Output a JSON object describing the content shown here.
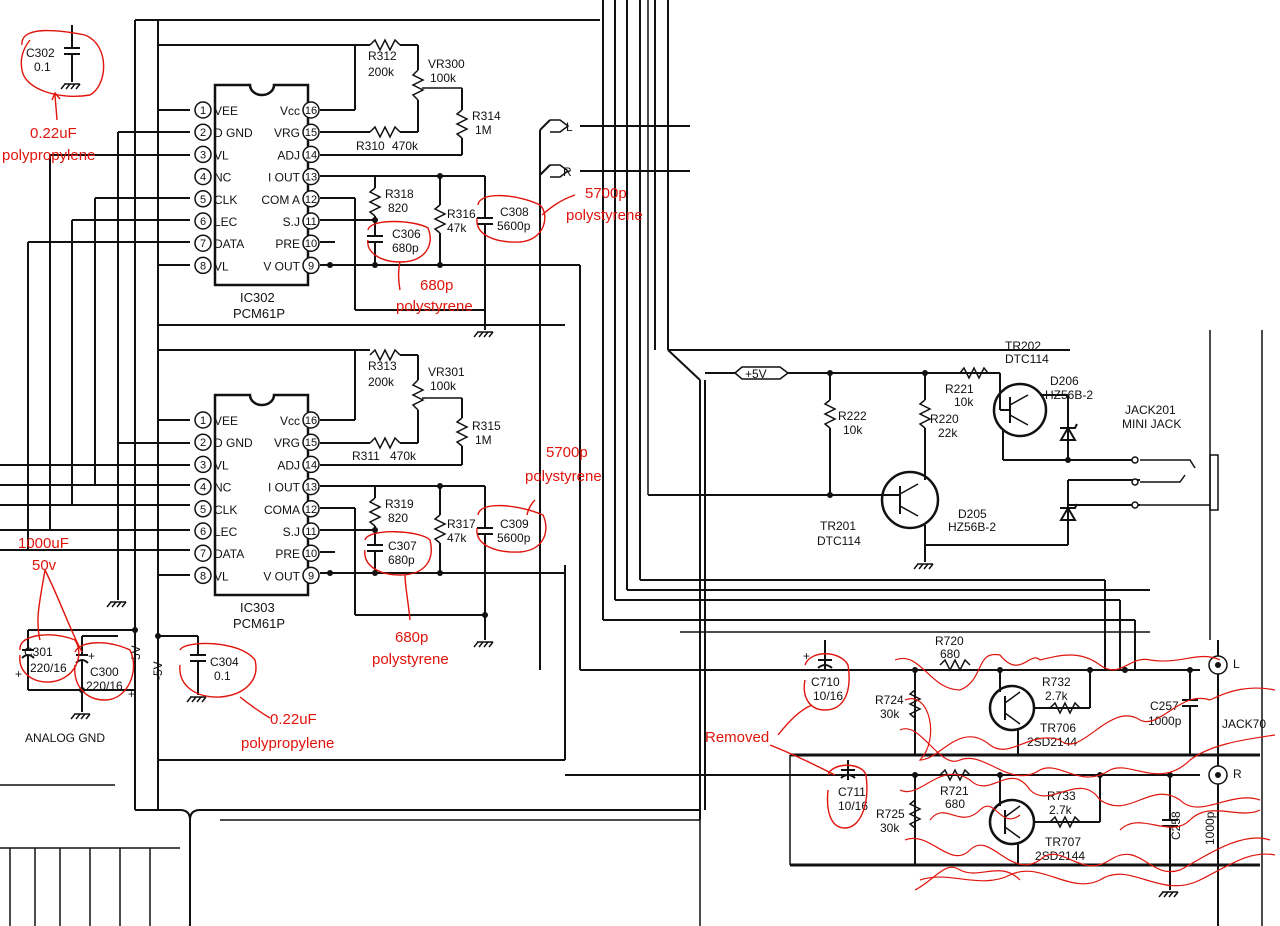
{
  "ic302": {
    "designator": "IC302",
    "part": "PCM61P"
  },
  "ic303": {
    "designator": "IC303",
    "part": "PCM61P"
  },
  "ic_pins_left": [
    {
      "n": "1",
      "name": "VEE"
    },
    {
      "n": "2",
      "name": "D GND"
    },
    {
      "n": "3",
      "name": "VL"
    },
    {
      "n": "4",
      "name": "NC"
    },
    {
      "n": "5",
      "name": "CLK"
    },
    {
      "n": "6",
      "name": "LEC"
    },
    {
      "n": "7",
      "name": "DATA"
    },
    {
      "n": "8",
      "name": "VL"
    }
  ],
  "ic_pins_right": [
    {
      "n": "16",
      "name": "Vcc"
    },
    {
      "n": "15",
      "name": "VRG"
    },
    {
      "n": "14",
      "name": "ADJ"
    },
    {
      "n": "13",
      "name": "I OUT"
    },
    {
      "n": "12",
      "name": "COM A"
    },
    {
      "n": "11",
      "name": "S.J"
    },
    {
      "n": "10",
      "name": "PRE"
    },
    {
      "n": "9",
      "name": "V OUT"
    }
  ],
  "ic303_pin12_name": "COMA",
  "components": {
    "c302": {
      "ref": "C302",
      "val": "0.1"
    },
    "r312": {
      "ref": "R312",
      "val": "200k"
    },
    "vr300": {
      "ref": "VR300",
      "val": "100k"
    },
    "r314": {
      "ref": "R314",
      "val": "1M"
    },
    "r310": {
      "ref": "R310",
      "val": "470k"
    },
    "r318": {
      "ref": "R318",
      "val": "820"
    },
    "r316": {
      "ref": "R316",
      "val": "47k"
    },
    "c308": {
      "ref": "C308",
      "val": "5600p"
    },
    "c306": {
      "ref": "C306",
      "val": "680p"
    },
    "r313": {
      "ref": "R313",
      "val": "200k"
    },
    "vr301": {
      "ref": "VR301",
      "val": "100k"
    },
    "r315": {
      "ref": "R315",
      "val": "1M"
    },
    "r311": {
      "ref": "R311",
      "val": "470k"
    },
    "r319": {
      "ref": "R319",
      "val": "820"
    },
    "r317": {
      "ref": "R317",
      "val": "47k"
    },
    "c309": {
      "ref": "C309",
      "val": "5600p"
    },
    "c307": {
      "ref": "C307",
      "val": "680p"
    },
    "c301": {
      "ref": "C301",
      "val": "220/16"
    },
    "c300": {
      "ref": "C300",
      "val": "220/16"
    },
    "c304": {
      "ref": "C304",
      "val": "0.1"
    },
    "tr202": {
      "ref": "TR202",
      "val": "DTC114"
    },
    "r221": {
      "ref": "R221",
      "val": "10k"
    },
    "r222": {
      "ref": "R222",
      "val": "10k"
    },
    "r220": {
      "ref": "R220",
      "val": "22k"
    },
    "d206": {
      "ref": "D206",
      "val": "HZ56B-2"
    },
    "d205": {
      "ref": "D205",
      "val": "HZ56B-2"
    },
    "tr201": {
      "ref": "TR201",
      "val": "DTC114"
    },
    "jack201": {
      "ref": "JACK201",
      "val": "MINI JACK"
    },
    "r720": {
      "ref": "R720",
      "val": "680"
    },
    "c710": {
      "ref": "C710",
      "val": "10/16"
    },
    "r724": {
      "ref": "R724",
      "val": "30k"
    },
    "r732": {
      "ref": "R732",
      "val": "2.7k"
    },
    "tr706": {
      "ref": "TR706",
      "val": "2SD2144"
    },
    "c257": {
      "ref": "C257",
      "val": "1000p"
    },
    "jack70": {
      "ref": "JACK70"
    },
    "c711": {
      "ref": "C711",
      "val": "10/16"
    },
    "r721": {
      "ref": "R721",
      "val": "680"
    },
    "r725": {
      "ref": "R725",
      "val": "30k"
    },
    "r733": {
      "ref": "R733",
      "val": "2.7k"
    },
    "tr707": {
      "ref": "TR707",
      "val": "2SD2144"
    },
    "c258": {
      "ref": "C258",
      "val": "1000p"
    }
  },
  "nets": {
    "plus5v": "+5V",
    "minus5v": "-5V",
    "five_v": "5V",
    "L": "L",
    "R": "R",
    "analog_gnd": "ANALOG GND",
    "plus": "+"
  },
  "notes": {
    "c302_a": "0.22uF",
    "c302_b": "polypropylene",
    "c308_a": "5700p",
    "c308_b": "polystyrene",
    "c306_a": "680p",
    "c306_b": "polystyrene",
    "c309_a": "5700p",
    "c309_b": "polystyrene",
    "c307_a": "680p",
    "c307_b": "polystyrene",
    "c300_a": "1000uF",
    "c300_b": "50v",
    "c304_a": "0.22uF",
    "c304_b": "polypropylene",
    "removed": "Removed"
  }
}
